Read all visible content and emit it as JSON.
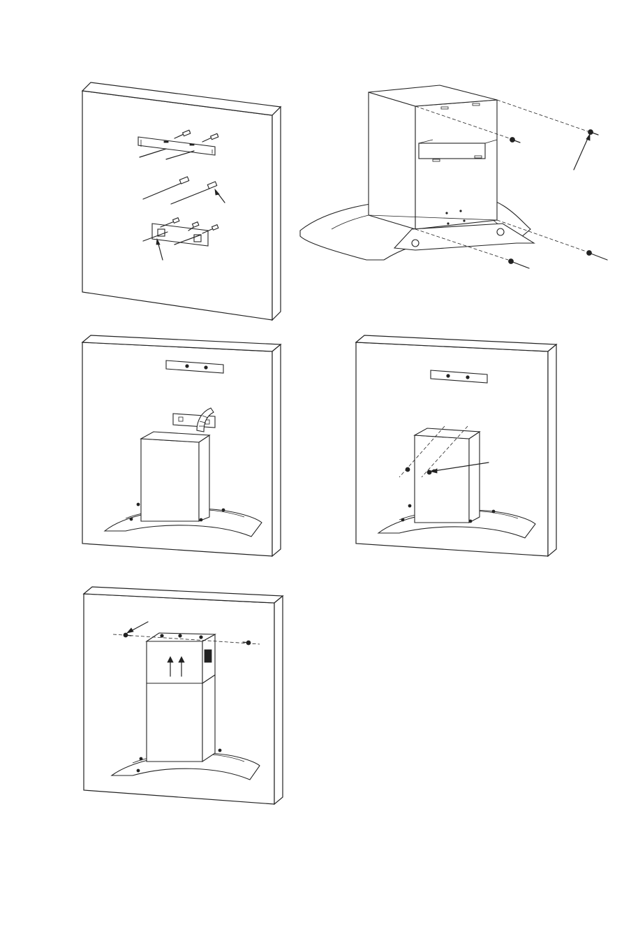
{
  "figure": {
    "panels": [
      {
        "id": "step-wall-brackets",
        "parts": [
          "wall",
          "upper-bracket",
          "wall-plugs",
          "lower-bracket",
          "screws",
          "pointer-arrows"
        ]
      },
      {
        "id": "step-hood-frame",
        "parts": [
          "chimney-frame",
          "glass-canopy",
          "screws",
          "dashed-guides",
          "pointer-arrows"
        ]
      },
      {
        "id": "step-hang-hood",
        "parts": [
          "wall",
          "upper-bracket",
          "lower-bracket",
          "duct-hose",
          "hood"
        ]
      },
      {
        "id": "step-fix-hood",
        "parts": [
          "wall",
          "upper-bracket",
          "hood",
          "screws",
          "dashed-guides",
          "pointer-arrow"
        ]
      },
      {
        "id": "step-chimney-cover",
        "parts": [
          "wall",
          "hood",
          "inner-chimney",
          "up-arrows",
          "screws",
          "dashed-guide",
          "pointer-arrow"
        ]
      }
    ]
  }
}
